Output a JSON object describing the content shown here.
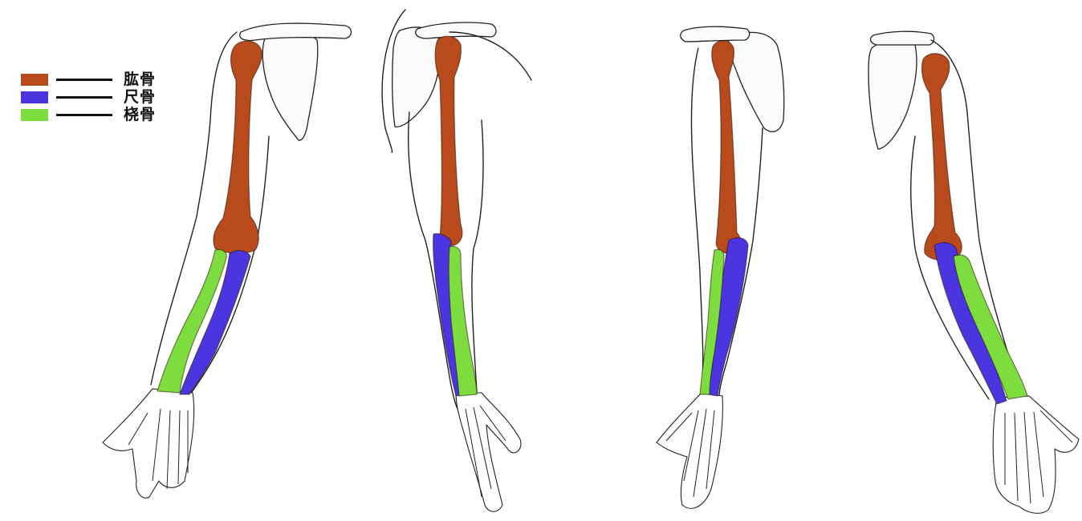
{
  "legend": {
    "items": [
      {
        "label": "肱骨",
        "color": "#b84a1c"
      },
      {
        "label": "尺骨",
        "color": "#4a35e0"
      },
      {
        "label": "桡骨",
        "color": "#7ddc3e"
      }
    ]
  },
  "colors": {
    "outline": "#222222",
    "background": "#ffffff"
  }
}
